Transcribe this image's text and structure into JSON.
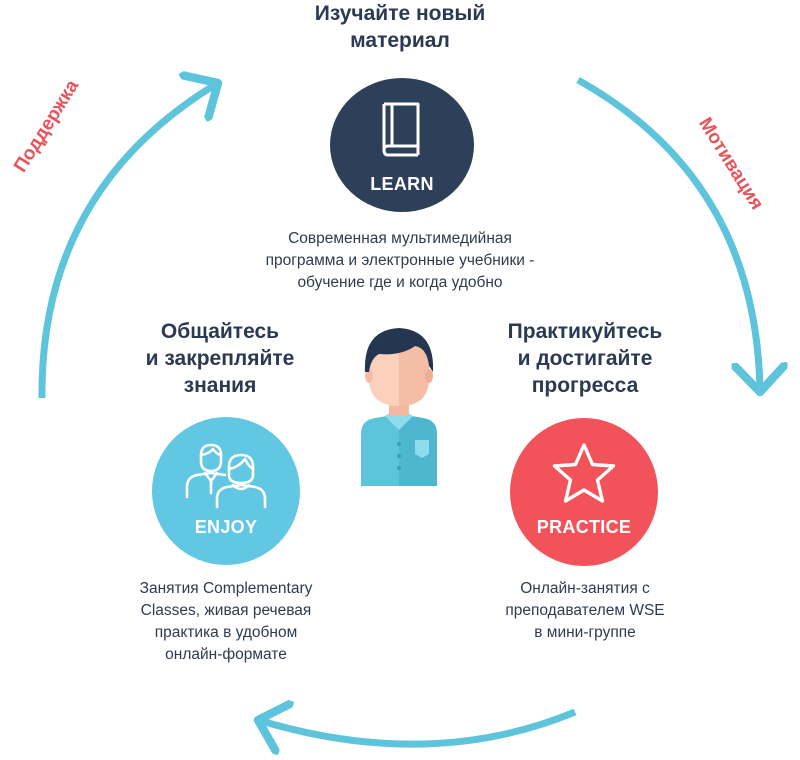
{
  "top": {
    "heading": "Изучайте новый\nматериал",
    "circle_label": "LEARN",
    "description": "Современная мультимедийная\nпрограмма и электронные учебники -\nобучение где и когда удобно"
  },
  "left": {
    "heading": "Общайтесь\nи закрепляйте\nзнания",
    "circle_label": "ENJOY",
    "description": "Занятия Complementary\nClasses, живая речевая\nпрактика в удобном\nонлайн-формате"
  },
  "right": {
    "heading": "Практикуйтесь\nи достигайте\nпрогресса",
    "circle_label": "PRACTICE",
    "description": "Онлайн-занятия с\nпреподавателем WSE\nв мини-группе"
  },
  "cycle_labels": {
    "left": "Поддержка",
    "right": "Мотивация"
  },
  "icons": {
    "learn": "book-icon",
    "enjoy": "people-icon",
    "practice": "star-icon",
    "center": "student-icon"
  },
  "colors": {
    "learn": "#2d3f59",
    "enjoy": "#62c7e3",
    "practice": "#f2535a",
    "arrow": "#5ec4dc",
    "accent_label": "#e8545a",
    "heading": "#2b3a52"
  }
}
